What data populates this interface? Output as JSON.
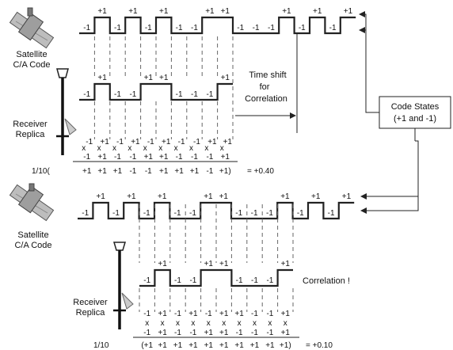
{
  "colors": {
    "wave": "#222222",
    "dashes": "#666666",
    "icons": "#777777"
  },
  "labels": {
    "satellite": "Satellite",
    "ca_code": "C/A Code",
    "receiver": "Receiver",
    "replica": "Replica",
    "code_states_1": "Code States",
    "code_states_2": "(+1 and -1)",
    "time_shift_1": "Time shift",
    "time_shift_2": "for",
    "time_shift_3": "Correlation",
    "correlation_found": "Correlation !"
  },
  "top": {
    "satellite_code": [
      "-1",
      "+1",
      "-1",
      "+1",
      "-1",
      "+1",
      "-1",
      "-1",
      "+1",
      "+1",
      "-1",
      "-1",
      "-1",
      "+1",
      "-1",
      "+1",
      "-1",
      "+1"
    ],
    "replica_code": [
      "-1",
      "+1",
      "-1",
      "-1",
      "+1",
      "+1",
      "-1",
      "-1",
      "-1",
      "+1"
    ],
    "products_row1": [
      "x",
      "x",
      "x",
      "x",
      "x",
      "x",
      "x",
      "x",
      "x",
      "x"
    ],
    "products_sup1": [
      "-1",
      "+1",
      "-1",
      "+1",
      "-1",
      "+1",
      "-1",
      "-1",
      "+1",
      "+1"
    ],
    "products_row2": [
      "-1",
      "+1",
      "-1",
      "-1",
      "+1",
      "+1",
      "-1",
      "-1",
      "-1",
      "+1"
    ],
    "sum_prefix": "1/10(",
    "sum_terms": [
      "+1",
      "+1",
      "+1",
      "-1",
      "-1",
      "+1",
      "+1",
      "+1",
      "-1",
      "+1)"
    ],
    "result": "= +0.40"
  },
  "bottom": {
    "satellite_code": [
      "-1",
      "+1",
      "-1",
      "+1",
      "-1",
      "+1",
      "-1",
      "-1",
      "+1",
      "+1",
      "-1",
      "-1",
      "-1",
      "+1",
      "-1",
      "+1",
      "-1",
      "+1"
    ],
    "replica_code": [
      "-1",
      "+1",
      "-1",
      "-1",
      "+1",
      "+1",
      "-1",
      "-1",
      "-1",
      "+1"
    ],
    "products_row1": [
      "-1",
      "+1",
      "-1",
      "+1",
      "-1",
      "+1",
      "+1",
      "-1",
      "-1",
      "+1"
    ],
    "products_x": [
      "x",
      "x",
      "x",
      "x",
      "x",
      "x",
      "x",
      "x",
      "x",
      "x"
    ],
    "products_row2": [
      "-1",
      "+1",
      "-1",
      "-1",
      "+1",
      "+1",
      "-1",
      "-1",
      "-1",
      "+1"
    ],
    "sum_prefix": "1/10",
    "sum_terms": [
      "(+1",
      "+1",
      "+1",
      "+1",
      "+1",
      "+1",
      "+1",
      "+1",
      "+1",
      "+1)"
    ],
    "result": "= +0.10"
  }
}
